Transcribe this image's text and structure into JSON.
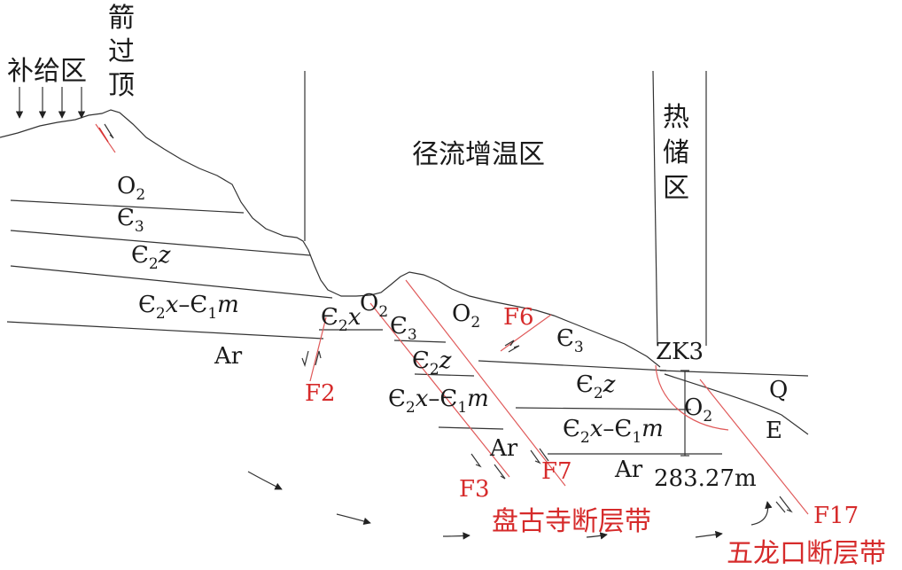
{
  "colors": {
    "line": "#333333",
    "fault": "#e05a5a",
    "fault_label": "#d62b2b",
    "text": "#1a1a1a"
  },
  "zones": {
    "recharge": "补给区",
    "ridge_chars": [
      "箭",
      "过",
      "顶"
    ],
    "runoff": "径流增温区",
    "reservoir_chars": [
      "热",
      "储",
      "区"
    ]
  },
  "strata": {
    "o2": {
      "base": "O",
      "sub": "2"
    },
    "e3": {
      "base": "Є",
      "sub": "3"
    },
    "e2z": {
      "base": "Є",
      "sub": "2",
      "italic": "z"
    },
    "e2x_e1m": {
      "base1": "Є",
      "sub1": "2",
      "ital1": "x",
      "sep": "–",
      "base2": "Є",
      "sub2": "1",
      "ital2": "m"
    },
    "e2x": {
      "base": "Є",
      "sub": "2",
      "italic": "x"
    },
    "ar": "Ar",
    "q": "Q",
    "e": "E"
  },
  "faults": {
    "f2": "F2",
    "f3": "F3",
    "f6": "F6",
    "f7": "F7",
    "f17": "F17"
  },
  "fault_zones": {
    "pangusi": "盘古寺断层带",
    "wulongkou": "五龙口断层带"
  },
  "borehole": {
    "name": "ZK3",
    "depth": "283.27m"
  }
}
